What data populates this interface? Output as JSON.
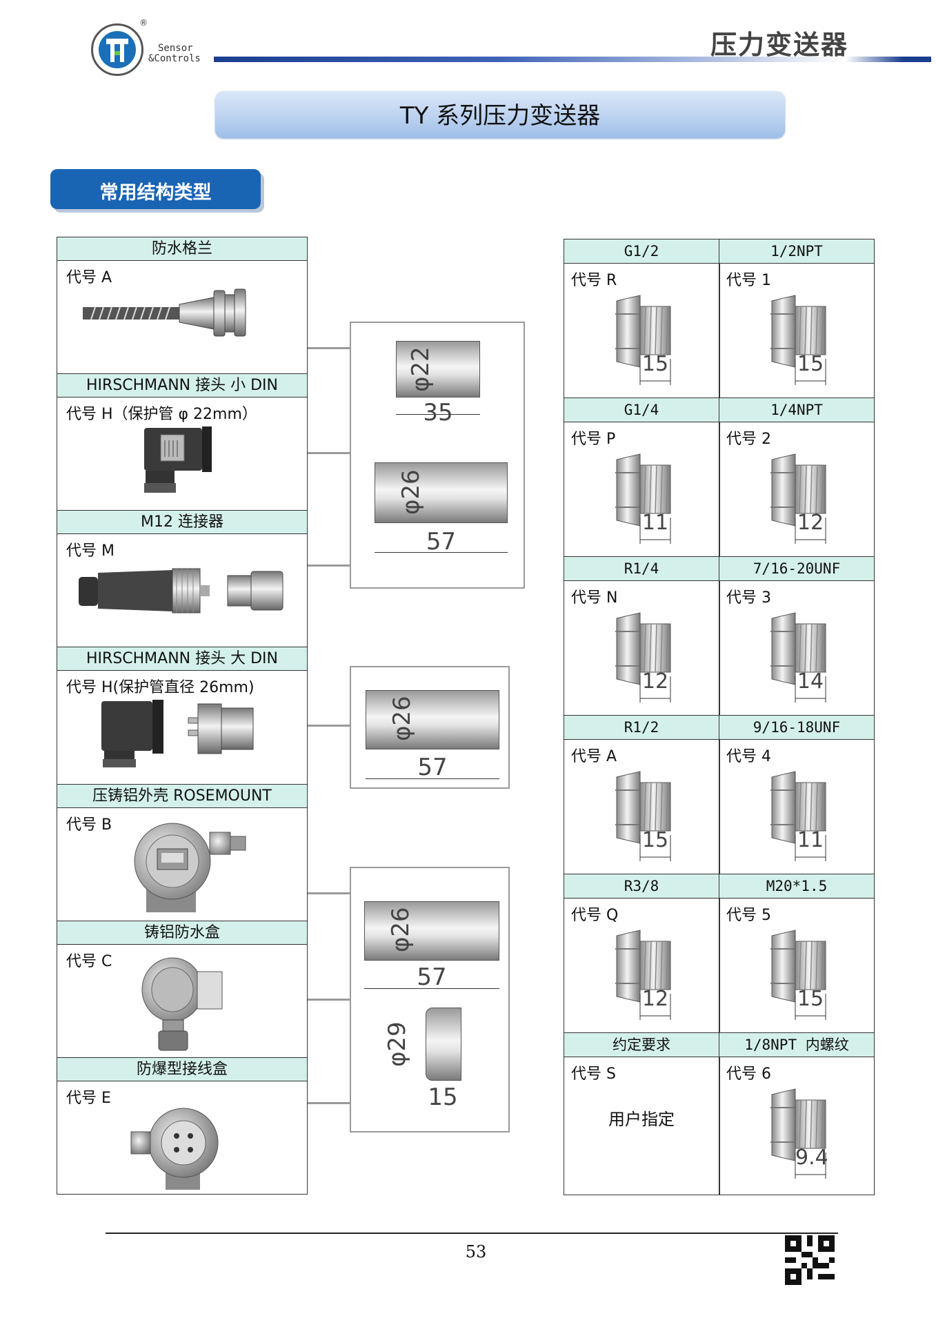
{
  "header": {
    "logo_text_line1": "Sensor",
    "logo_text_line2": "&Controls",
    "registered": "®",
    "title": "压力变送器"
  },
  "page_title": "TY 系列压力变送器",
  "section_title": "常用结构类型",
  "left_table": [
    {
      "header": "防水格兰",
      "code": "代号 A",
      "icon": "waterproof-gland-icon"
    },
    {
      "header": "HIRSCHMANN 接头  小 DIN",
      "code": "代号 H（保护管 φ 22mm）",
      "icon": "small-din-connector-icon"
    },
    {
      "header": "M12 连接器",
      "code": "代号 M",
      "icon": "m12-connector-icon"
    },
    {
      "header": "HIRSCHMANN 接头  大 DIN",
      "code": "代号 H(保护管直径 26mm)",
      "icon": "large-din-connector-icon"
    },
    {
      "header": "压铸铝外壳 ROSEMOUNT",
      "code": "代号 B",
      "icon": "rosemount-housing-icon"
    },
    {
      "header": "铸铝防水盒",
      "code": "代号 C",
      "icon": "waterproof-box-icon"
    },
    {
      "header": "防爆型接线盒",
      "code": "代号 E",
      "icon": "explosion-proof-box-icon"
    }
  ],
  "dimension_boxes": [
    {
      "items": [
        {
          "diameter": "φ22",
          "length": "35"
        },
        {
          "diameter": "φ26",
          "length": "57"
        }
      ]
    },
    {
      "items": [
        {
          "diameter": "φ26",
          "length": "57"
        }
      ]
    },
    {
      "items": [
        {
          "diameter": "φ26",
          "length": "57"
        },
        {
          "diameter": "φ29",
          "length": "15"
        }
      ]
    }
  ],
  "right_table": [
    [
      {
        "header": "G1/2",
        "code": "代号 R",
        "dim": "15"
      },
      {
        "header": "1/2NPT",
        "code": "代号 1",
        "dim": "15"
      }
    ],
    [
      {
        "header": "G1/4",
        "code": "代号 P",
        "dim": "11"
      },
      {
        "header": "1/4NPT",
        "code": "代号 2",
        "dim": "12"
      }
    ],
    [
      {
        "header": "R1/4",
        "code": "代号 N",
        "dim": "12"
      },
      {
        "header": "7/16-20UNF",
        "code": "代号 3",
        "dim": "14"
      }
    ],
    [
      {
        "header": "R1/2",
        "code": "代号 A",
        "dim": "15"
      },
      {
        "header": "9/16-18UNF",
        "code": "代号 4",
        "dim": "11"
      }
    ],
    [
      {
        "header": "R3/8",
        "code": "代号 Q",
        "dim": "12"
      },
      {
        "header": "M20*1.5",
        "code": "代号 5",
        "dim": "15"
      }
    ],
    [
      {
        "header": "约定要求",
        "code": "代号 S",
        "dim": "",
        "note": "用户指定"
      },
      {
        "header": "1/8NPT 内螺纹",
        "code": "代号 6",
        "dim": "9.4"
      }
    ]
  ],
  "footer": {
    "page_number": "53",
    "qr": "qr-code-icon"
  },
  "colors": {
    "header_cell": "#d4f0ea",
    "section_blue": "#1a64b4",
    "box_border": "#999999"
  }
}
